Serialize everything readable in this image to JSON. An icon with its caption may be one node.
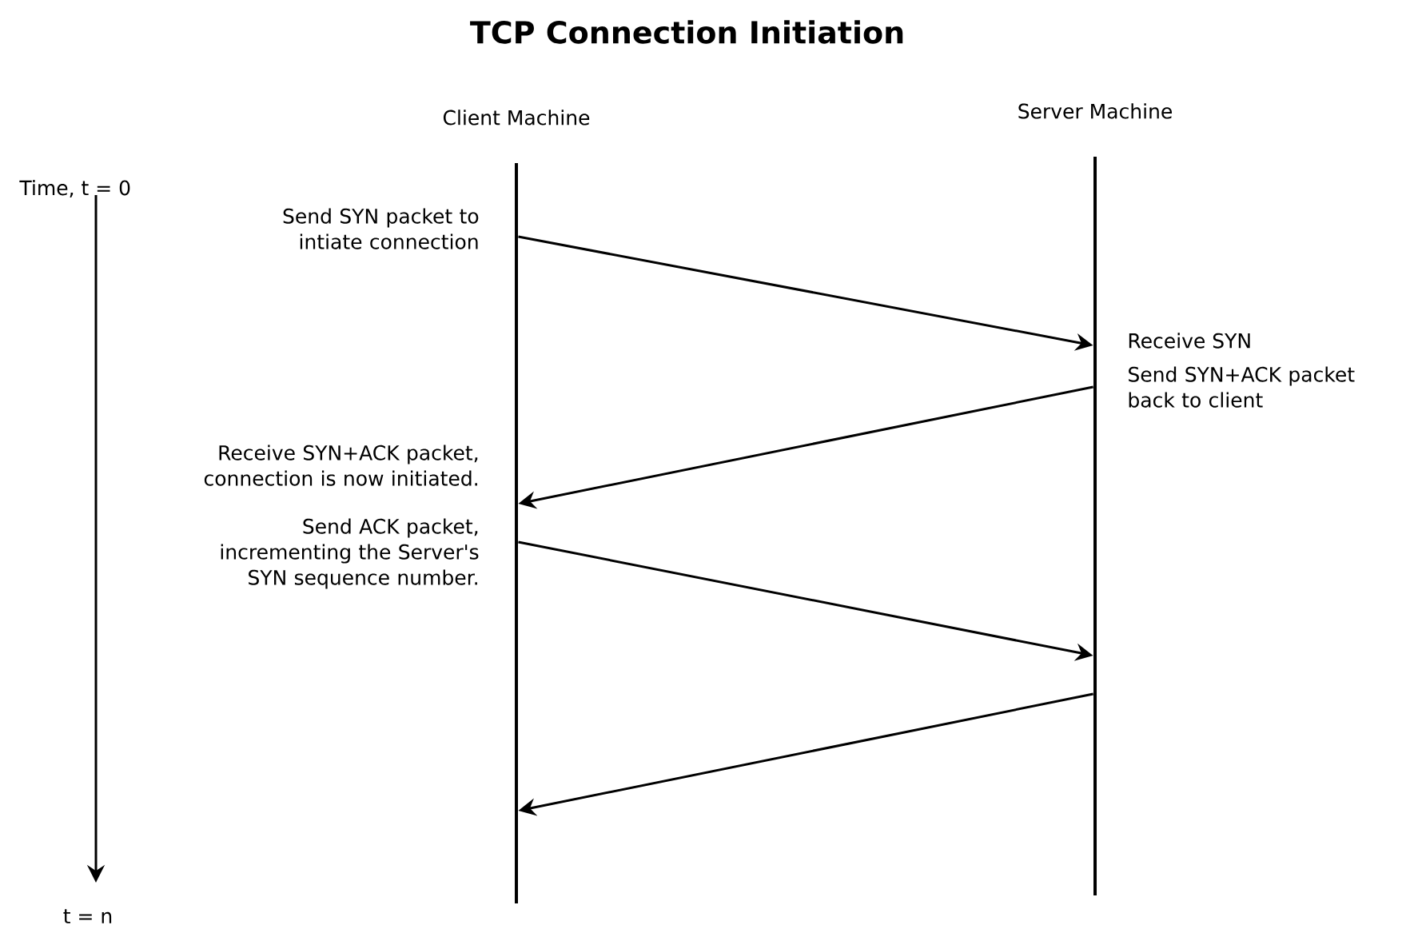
{
  "diagram": {
    "title": "TCP Connection Initiation",
    "nodes": [
      {
        "text": [
          "Client Machine"
        ]
      },
      {
        "text": [
          "Server Machine"
        ]
      }
    ],
    "edges": [
      {
        "from": 0,
        "to": 1,
        "arrow": "to"
      },
      {
        "from": 1,
        "to": 0,
        "arrow": "to"
      },
      {
        "from": 0,
        "to": 1,
        "arrow": "to"
      },
      {
        "from": 1,
        "to": 0,
        "arrow": "to"
      }
    ],
    "labels": [
      "Time, t = 0",
      "Send SYN packet to intiate connection",
      "Receive SYN",
      "Send SYN+ACK packet back to client",
      "Receive SYN+ACK packet, connection is now initiated.",
      "Send ACK packet, incrementing the Server's SYN sequence number.",
      "t = n"
    ]
  }
}
